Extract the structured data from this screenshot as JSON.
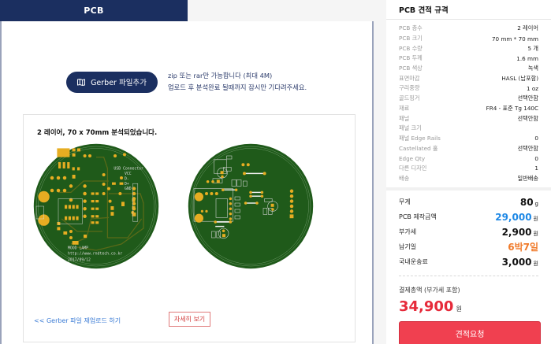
{
  "tabs": [
    {
      "label": "PCB",
      "active": true
    }
  ],
  "upload": {
    "button_label": "Gerber 파일추가",
    "button_icon": "map-book-icon",
    "note_line1": "zip 또는 rar만 가능합니다 (최대 4M)",
    "note_line2": "업로드 후 분석완료 될때까지 잠시만 기다려주세요."
  },
  "result": {
    "title": "2 레이어, 70 x 70mm 분석되었습니다.",
    "front_silk": {
      "usb_label": "USB Connector",
      "vcc": "VCC",
      "dplus": "D+",
      "dminus": "D-",
      "gnd": "GND",
      "board_name": "MOOD LAMP",
      "url": "http://www.rndtech.co.kr",
      "date": "2017/09/12"
    },
    "reupload_link": "<< Gerber 파일 재업로드 하기",
    "detail_button": "자세히 보기"
  },
  "spec": {
    "title": "PCB 견적 규격",
    "rows": [
      {
        "label": "PCB 층수",
        "value": "2 레이어"
      },
      {
        "label": "PCB 크기",
        "value": "70 mm * 70 mm"
      },
      {
        "label": "PCB 수량",
        "value": "5 개"
      },
      {
        "label": "PCB 두께",
        "value": "1.6 mm"
      },
      {
        "label": "PCB 색상",
        "value": "녹색"
      },
      {
        "label": "표면마감",
        "value": "HASL (납포함)"
      },
      {
        "label": "구리중량",
        "value": "1 oz"
      },
      {
        "label": "골드핑거",
        "value": "선택안함"
      },
      {
        "label": "재료",
        "value": "FR4 - 표준 Tg 140C"
      },
      {
        "label": "패널",
        "value": "선택안함"
      },
      {
        "label": "패널 크기",
        "value": ""
      },
      {
        "label": "패널 Edge Rails",
        "value": "0"
      },
      {
        "label": "Castellated 홀",
        "value": "선택안함"
      },
      {
        "label": "Edge Qty",
        "value": "0"
      },
      {
        "label": "다른 디자인",
        "value": "1"
      },
      {
        "label": "배송",
        "value": "일반배송"
      }
    ]
  },
  "cost": {
    "weight": {
      "label": "무게",
      "value": "80",
      "unit": "g"
    },
    "pcb_price": {
      "label": "PCB 제작금액",
      "value": "29,000",
      "unit": "원"
    },
    "vat": {
      "label": "부가세",
      "value": "2,900",
      "unit": "원"
    },
    "lead_time": {
      "label": "납기일",
      "value": "6박7일"
    },
    "shipping": {
      "label": "국내운송료",
      "value": "3,000",
      "unit": "원"
    },
    "total_label": "결제총액 (부가세 포함)",
    "total_value": "34,900",
    "total_unit": "원",
    "quote_button": "견적요청"
  },
  "colors": {
    "navy": "#1b2f60",
    "accent_red": "#f04050",
    "price_blue": "#1e88e5",
    "leadtime_orange": "#f07a2a",
    "total_red": "#e62a3a",
    "pcb_green": "#1f5a1a",
    "pad_gold": "#e0a820"
  }
}
